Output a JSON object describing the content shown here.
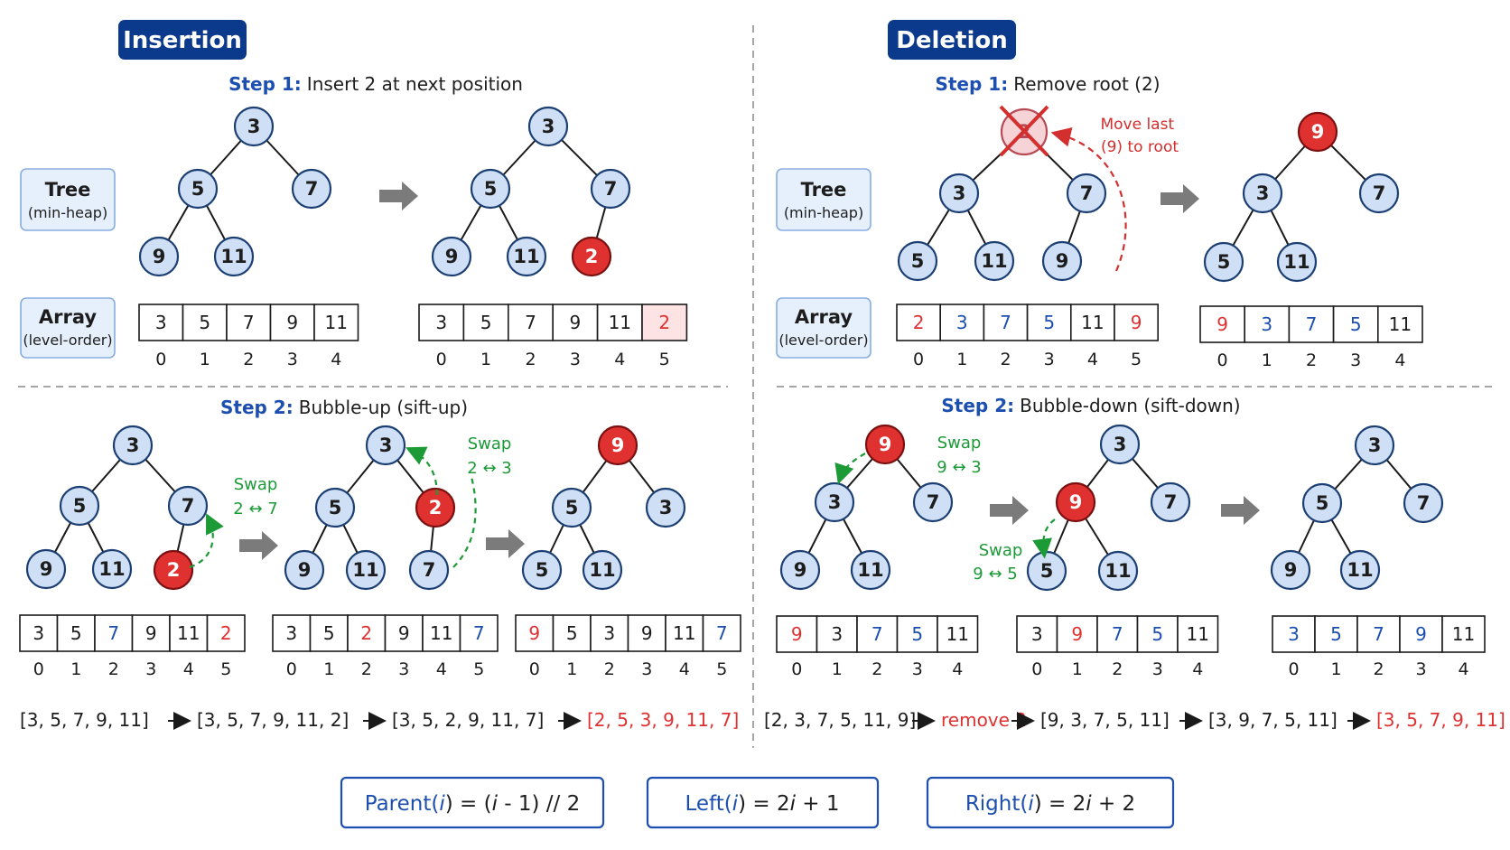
{
  "insertion": {
    "title": "Insertion",
    "step1": {
      "label": "Step 1:",
      "text": "Insert 2 at next position"
    },
    "step2": {
      "label": "Step 2:",
      "text": "Bubble-up (sift-up)"
    },
    "swap_a": {
      "label": "Swap",
      "pair": "2 ↔ 7"
    },
    "swap_b": {
      "label": "Swap",
      "pair": "2 ↔ 3"
    },
    "before": {
      "nodes": [
        "3",
        "5",
        "7",
        "9",
        "11"
      ],
      "array": [
        "3",
        "5",
        "7",
        "9",
        "11"
      ],
      "indices": [
        "0",
        "1",
        "2",
        "3",
        "4"
      ]
    },
    "after_insert": {
      "nodes": [
        "3",
        "5",
        "7",
        "9",
        "11",
        "2"
      ],
      "array": [
        "3",
        "5",
        "7",
        "9",
        "11",
        "2"
      ],
      "indices": [
        "0",
        "1",
        "2",
        "3",
        "4",
        "5"
      ]
    },
    "bubble1": {
      "nodes": [
        "3",
        "5",
        "7",
        "9",
        "11",
        "2"
      ],
      "array": [
        "3",
        "5",
        "7",
        "9",
        "11",
        "2"
      ],
      "indices": [
        "0",
        "1",
        "2",
        "3",
        "4",
        "5"
      ]
    },
    "bubble2": {
      "nodes": [
        "3",
        "5",
        "2",
        "9",
        "11",
        "7"
      ],
      "array": [
        "3",
        "5",
        "2",
        "9",
        "11",
        "7"
      ],
      "indices": [
        "0",
        "1",
        "2",
        "3",
        "4",
        "5"
      ]
    },
    "bubble3": {
      "nodes": [
        "9",
        "5",
        "3",
        "5",
        "11"
      ],
      "array": [
        "9",
        "5",
        "3",
        "9",
        "11",
        "7"
      ],
      "indices": [
        "0",
        "1",
        "2",
        "3",
        "4",
        "5"
      ]
    },
    "sequence": [
      "[3, 5, 7, 9, 11]",
      "[3, 5, 7, 9, 11, 2]",
      "[3, 5, 2, 9, 11, 7]",
      "[2, 5, 3, 9, 11, 7]"
    ]
  },
  "deletion": {
    "title": "Deletion",
    "step1": {
      "label": "Step 1:",
      "text": "Remove root (2)"
    },
    "step2": {
      "label": "Step 2:",
      "text": "Bubble-down (sift-down)"
    },
    "move_note": [
      "Move last",
      "(9) to root"
    ],
    "swap_a": {
      "label": "Swap",
      "pair": "9 ↔ 3"
    },
    "swap_b": {
      "label": "Swap",
      "pair": "9 ↔ 5"
    },
    "removed_root": "2",
    "before": {
      "nodes": [
        "3",
        "7",
        "5",
        "11",
        "9"
      ],
      "array": [
        "2",
        "3",
        "7",
        "5",
        "11",
        "9"
      ],
      "indices": [
        "0",
        "1",
        "2",
        "3",
        "4",
        "5"
      ]
    },
    "moved": {
      "nodes": [
        "9",
        "3",
        "7",
        "5",
        "11"
      ],
      "array": [
        "9",
        "3",
        "7",
        "5",
        "11"
      ],
      "indices": [
        "0",
        "1",
        "2",
        "3",
        "4"
      ]
    },
    "down1": {
      "nodes": [
        "9",
        "3",
        "7",
        "9",
        "11"
      ],
      "array": [
        "9",
        "3",
        "7",
        "5",
        "11"
      ],
      "indices": [
        "0",
        "1",
        "2",
        "3",
        "4"
      ]
    },
    "down2": {
      "nodes": [
        "3",
        "9",
        "7",
        "5",
        "11"
      ],
      "array": [
        "3",
        "9",
        "7",
        "5",
        "11"
      ],
      "indices": [
        "0",
        "1",
        "2",
        "3",
        "4"
      ]
    },
    "down3": {
      "nodes": [
        "3",
        "5",
        "7",
        "9",
        "11"
      ],
      "array": [
        "3",
        "5",
        "7",
        "9",
        "11"
      ],
      "indices": [
        "0",
        "1",
        "2",
        "3",
        "4"
      ]
    },
    "sequence": [
      "[2, 3, 7, 5, 11, 9]",
      "remove 2",
      "[9, 3, 7, 5, 11]",
      "[3, 9, 7, 5, 11]",
      "[3, 5, 7, 9, 11]"
    ]
  },
  "labels": {
    "tree": "Tree",
    "tree_sub": "(min-heap)",
    "array": "Array",
    "array_sub": "(level-order)"
  },
  "formulas": {
    "parent": {
      "name": "Parent(",
      "var": "i",
      "tail": ") = (",
      "tail_var": "i",
      "tail_end": " - 1) // 2"
    },
    "left": {
      "name": "Left(",
      "var": "i",
      "tail": ") = 2",
      "tail_var": "i",
      "tail_end": " + 1"
    },
    "right": {
      "name": "Right(",
      "var": "i",
      "tail": ") = 2",
      "tail_var": "i",
      "tail_end": " + 2"
    }
  },
  "colors": {
    "navy": "#0b3a8c",
    "blue_text": "#1c4fb0",
    "red": "#e03131",
    "green": "#1b9a36",
    "node_fill": "#cfe0f6"
  }
}
